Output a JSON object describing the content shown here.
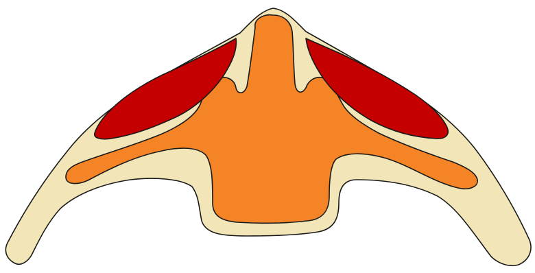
{
  "figure": {
    "colors": {
      "background": "#ffffff",
      "outer_body": "#f2e6b8",
      "core_shape": "#f58426",
      "left_lobe": "#c40000",
      "right_lobe": "#c40000",
      "outline": "#1a1a1a"
    },
    "regions": [
      {
        "name": "outer-body-shape",
        "color_key": "outer_body"
      },
      {
        "name": "core-shape",
        "color_key": "core_shape"
      },
      {
        "name": "left-lobe-shape",
        "color_key": "left_lobe"
      },
      {
        "name": "right-lobe-shape",
        "color_key": "right_lobe"
      }
    ]
  }
}
